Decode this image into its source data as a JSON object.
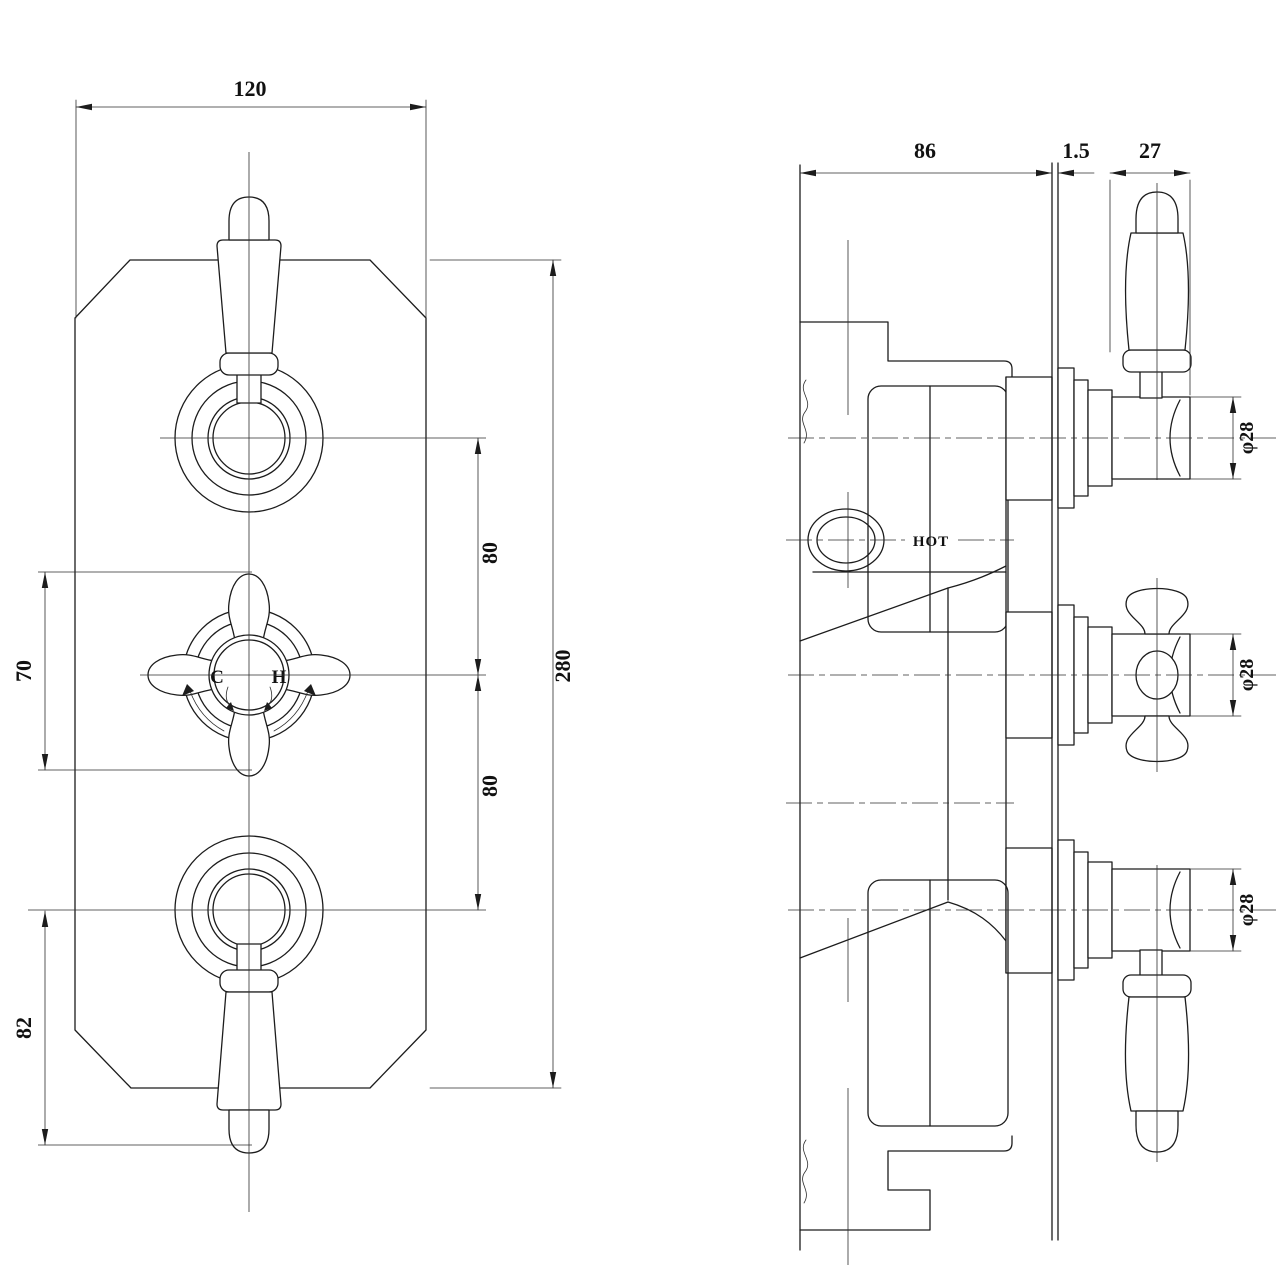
{
  "front_view": {
    "dims": {
      "plate_width": "120",
      "plate_height": "280",
      "top_to_middle": "80",
      "middle_to_bottom": "80",
      "cross_handle_span": "70",
      "bottom_lever_span": "82"
    },
    "cross_handle_labels": {
      "cold": "C",
      "hot": "H"
    }
  },
  "side_view": {
    "dims": {
      "valve_depth": "86",
      "plate_thickness": "1.5",
      "trim_projection": "27",
      "top_trim_diameter": "φ28",
      "middle_trim_diameter": "φ28",
      "bottom_trim_diameter": "φ28"
    },
    "labels": {
      "hot_inlet": "HOT"
    }
  },
  "colors": {
    "line": "#1c1c1c",
    "thin_line": "#2e2e2e",
    "background": "#ffffff"
  }
}
